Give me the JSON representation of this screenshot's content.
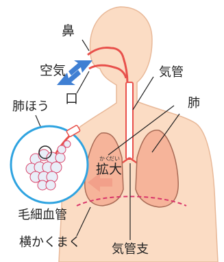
{
  "labels": {
    "nose": "鼻",
    "air": "空気",
    "mouth": "口",
    "trachea": "気管",
    "lung": "肺",
    "alveolus": "肺ほう",
    "capillary": "毛細血管",
    "diaphragm": "横かくまく",
    "bronchus": "気管支",
    "expand": "拡大",
    "expand_reading_1": "かく",
    "expand_reading_2": "だい"
  },
  "colors": {
    "skin": "#fbdcc4",
    "skin_stroke": "#e8b898",
    "lung": "#f6b49a",
    "lung_stroke": "#a86a55",
    "airway": "#e8504b",
    "arrow_blue": "#3f7fd3",
    "arrow_pink": "#f2a08a",
    "circle_border": "#2ea3e0",
    "leader": "#222222"
  },
  "icons": {
    "air_flow": "double-headed-arrow-icon",
    "expand": "arrow-left-icon"
  }
}
